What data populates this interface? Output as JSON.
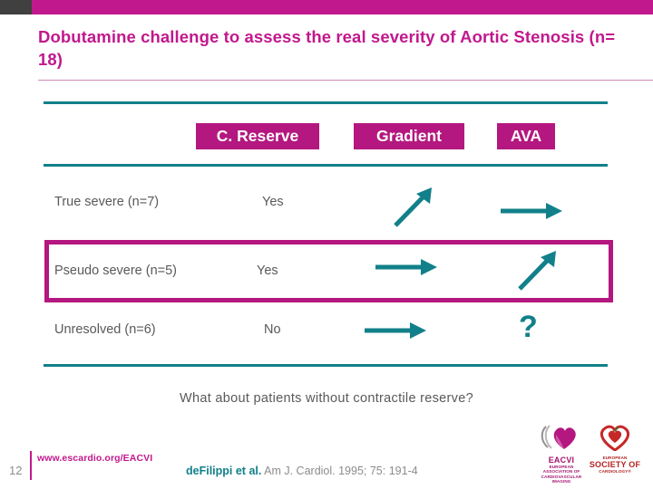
{
  "top_bar": {
    "dark_color": "#404040",
    "accent_color": "#c2188d"
  },
  "title": {
    "text": "Dobutamine challenge to assess the real severity of Aortic Stenosis (n= 18)",
    "color": "#c2188d"
  },
  "table": {
    "rule_color": "#12808a",
    "chip_color": "#b4177f",
    "highlight_color": "#b4177f",
    "columns": [
      {
        "id": "c-reserve",
        "label": "C. Reserve"
      },
      {
        "id": "gradient",
        "label": "Gradient"
      },
      {
        "id": "ava",
        "label": "AVA"
      }
    ],
    "rows": [
      {
        "id": "true-severe",
        "label": "True severe (n=7)",
        "c_reserve": "Yes",
        "gradient_icon": "arrow-up-right-icon",
        "ava_icon": "arrow-right-icon",
        "highlighted": false
      },
      {
        "id": "pseudo-severe",
        "label": "Pseudo severe (n=5)",
        "c_reserve": "Yes",
        "gradient_icon": "arrow-right-icon",
        "ava_icon": "arrow-up-right-icon",
        "highlighted": true
      },
      {
        "id": "unresolved",
        "label": "Unresolved (n=6)",
        "c_reserve": "No",
        "gradient_icon": "arrow-right-icon",
        "ava_icon": "question-mark-icon",
        "ava_text": "?",
        "highlighted": false
      }
    ]
  },
  "bottom_question": "What about patients without contractile reserve?",
  "footer": {
    "page_number": "12",
    "url": "www.escardio.org/EACVI",
    "citation_authors": "deFilippi et al.",
    "citation_source": "Am J. Cardiol. 1995; 75: 191-4"
  },
  "logos": {
    "eacvi": {
      "name": "EACVI",
      "subtitle_line1": "EUROPEAN ASSOCIATION OF",
      "subtitle_line2": "CARDIOVASCULAR IMAGING",
      "heart_color": "#b4177f"
    },
    "esc": {
      "name": "SOCIETY OF",
      "subtitle_line1": "EUROPEAN",
      "subtitle_line2": "CARDIOLOGY®",
      "heart_color": "#c62828"
    }
  }
}
